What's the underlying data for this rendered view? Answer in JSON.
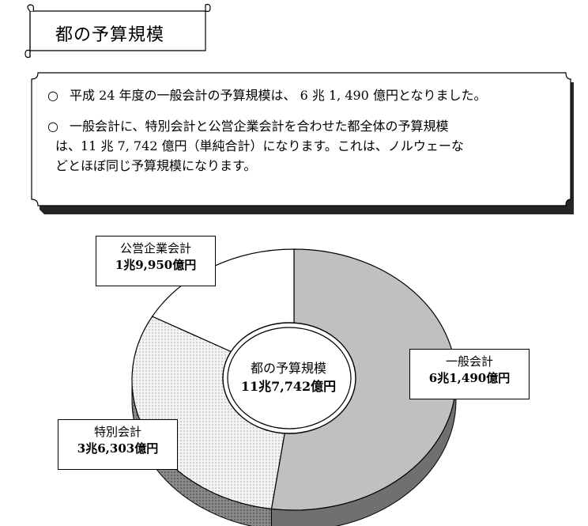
{
  "page_title": "都の予算規模",
  "summary": {
    "bullet": "○",
    "point1": "平成 24 年度の一般会計の予算規模は、 6 兆 1, 490 億円となりました。",
    "point2_line1": "一般会計に、特別会計と公営企業会計を合わせた都全体の予算規模",
    "point2_line2": "は、11 兆 7, 742 億円（単純合計）になります。これは、ノルウェーな",
    "point2_line3": "どとほぼ同じ予算規模になります。"
  },
  "chart_data": {
    "type": "pie",
    "center_title": "都の予算規模",
    "center_value": "11兆7,742億円",
    "total": 117742,
    "slices": [
      {
        "name": "一般会計",
        "value": 61490,
        "value_label": "6兆1,490億円",
        "color": "#c0c0c0",
        "side": "#707070"
      },
      {
        "name": "特別会計",
        "value": 36303,
        "value_label": "3兆6,303億円",
        "color": "#e8e8e8",
        "side": "#909090"
      },
      {
        "name": "公営企業会計",
        "value": 19950,
        "value_label": "1兆9,950億円",
        "color": "#ffffff",
        "side": "#d0d0d0"
      }
    ]
  }
}
